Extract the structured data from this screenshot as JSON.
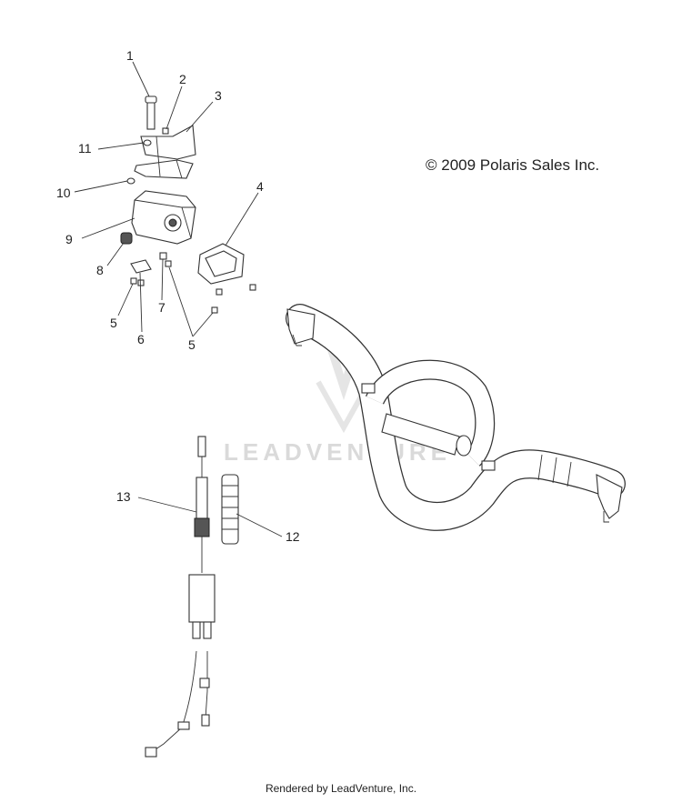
{
  "copyright": "© 2009 Polaris Sales Inc.",
  "footer": "Rendered by LeadVenture, Inc.",
  "watermark": "LEADVENTURE",
  "callouts": [
    {
      "id": "c1",
      "text": "1"
    },
    {
      "id": "c2",
      "text": "2"
    },
    {
      "id": "c3",
      "text": "3"
    },
    {
      "id": "c4",
      "text": "4"
    },
    {
      "id": "c5a",
      "text": "5"
    },
    {
      "id": "c5b",
      "text": "5"
    },
    {
      "id": "c6",
      "text": "6"
    },
    {
      "id": "c7",
      "text": "7"
    },
    {
      "id": "c8",
      "text": "8"
    },
    {
      "id": "c9",
      "text": "9"
    },
    {
      "id": "c10",
      "text": "10"
    },
    {
      "id": "c11",
      "text": "11"
    },
    {
      "id": "c12",
      "text": "12"
    },
    {
      "id": "c13",
      "text": "13"
    }
  ]
}
